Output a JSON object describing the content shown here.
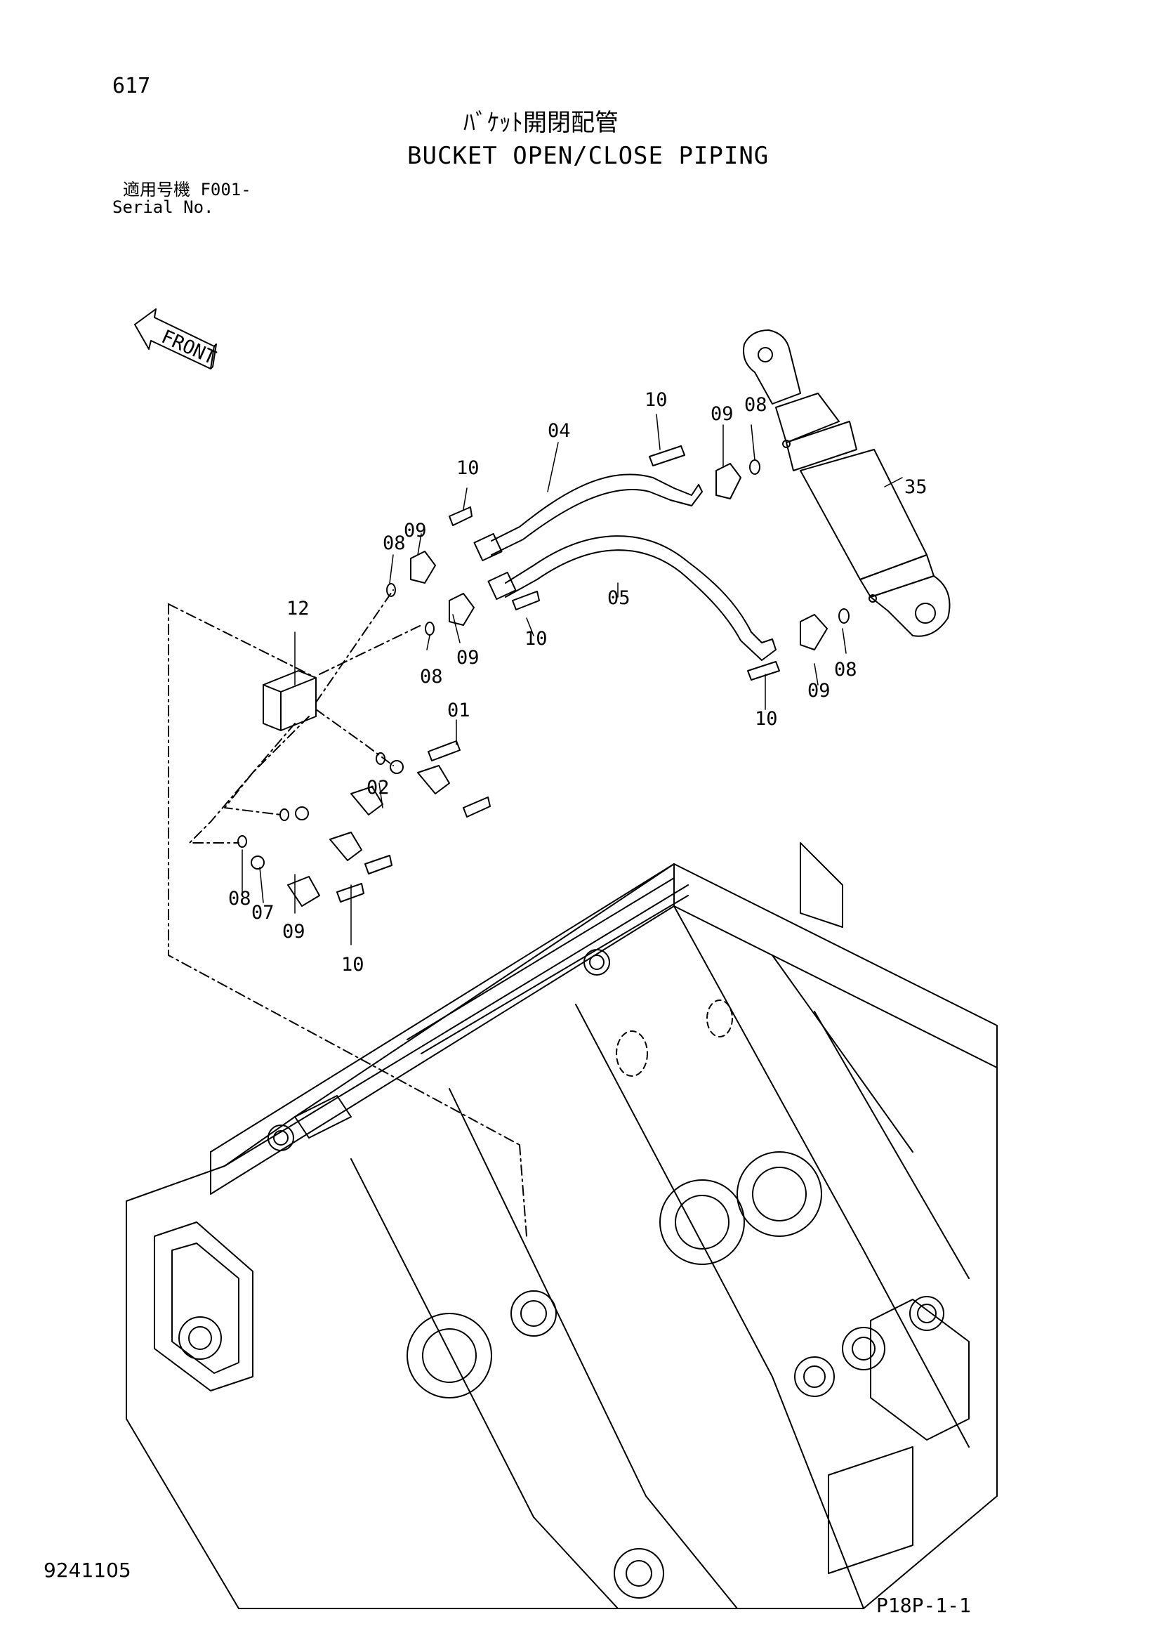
{
  "header": {
    "page_number": "617",
    "title_jp": "ﾊﾞｹｯﾄ開閉配管",
    "title_en": "BUCKET OPEN/CLOSE PIPING",
    "serial_jp": "適用号機  F001-",
    "serial_en": "Serial No."
  },
  "front_arrow": {
    "label": "FRONT"
  },
  "callouts": {
    "c10a": "10",
    "c09a": "09",
    "c08a": "08",
    "c04": "04",
    "c35": "35",
    "c10b": "10",
    "c09b": "09",
    "c08b": "08",
    "c12": "12",
    "c09c": "09",
    "c10c": "10",
    "c05": "05",
    "c08c": "08",
    "c08d": "08",
    "c09d": "09",
    "c10d": "10",
    "c01": "01",
    "c02": "02",
    "c08e": "08",
    "c07": "07",
    "c09e": "09",
    "c10e": "10"
  },
  "footer": {
    "document_number": "9241105",
    "page_ref": "P18P-1-1"
  }
}
